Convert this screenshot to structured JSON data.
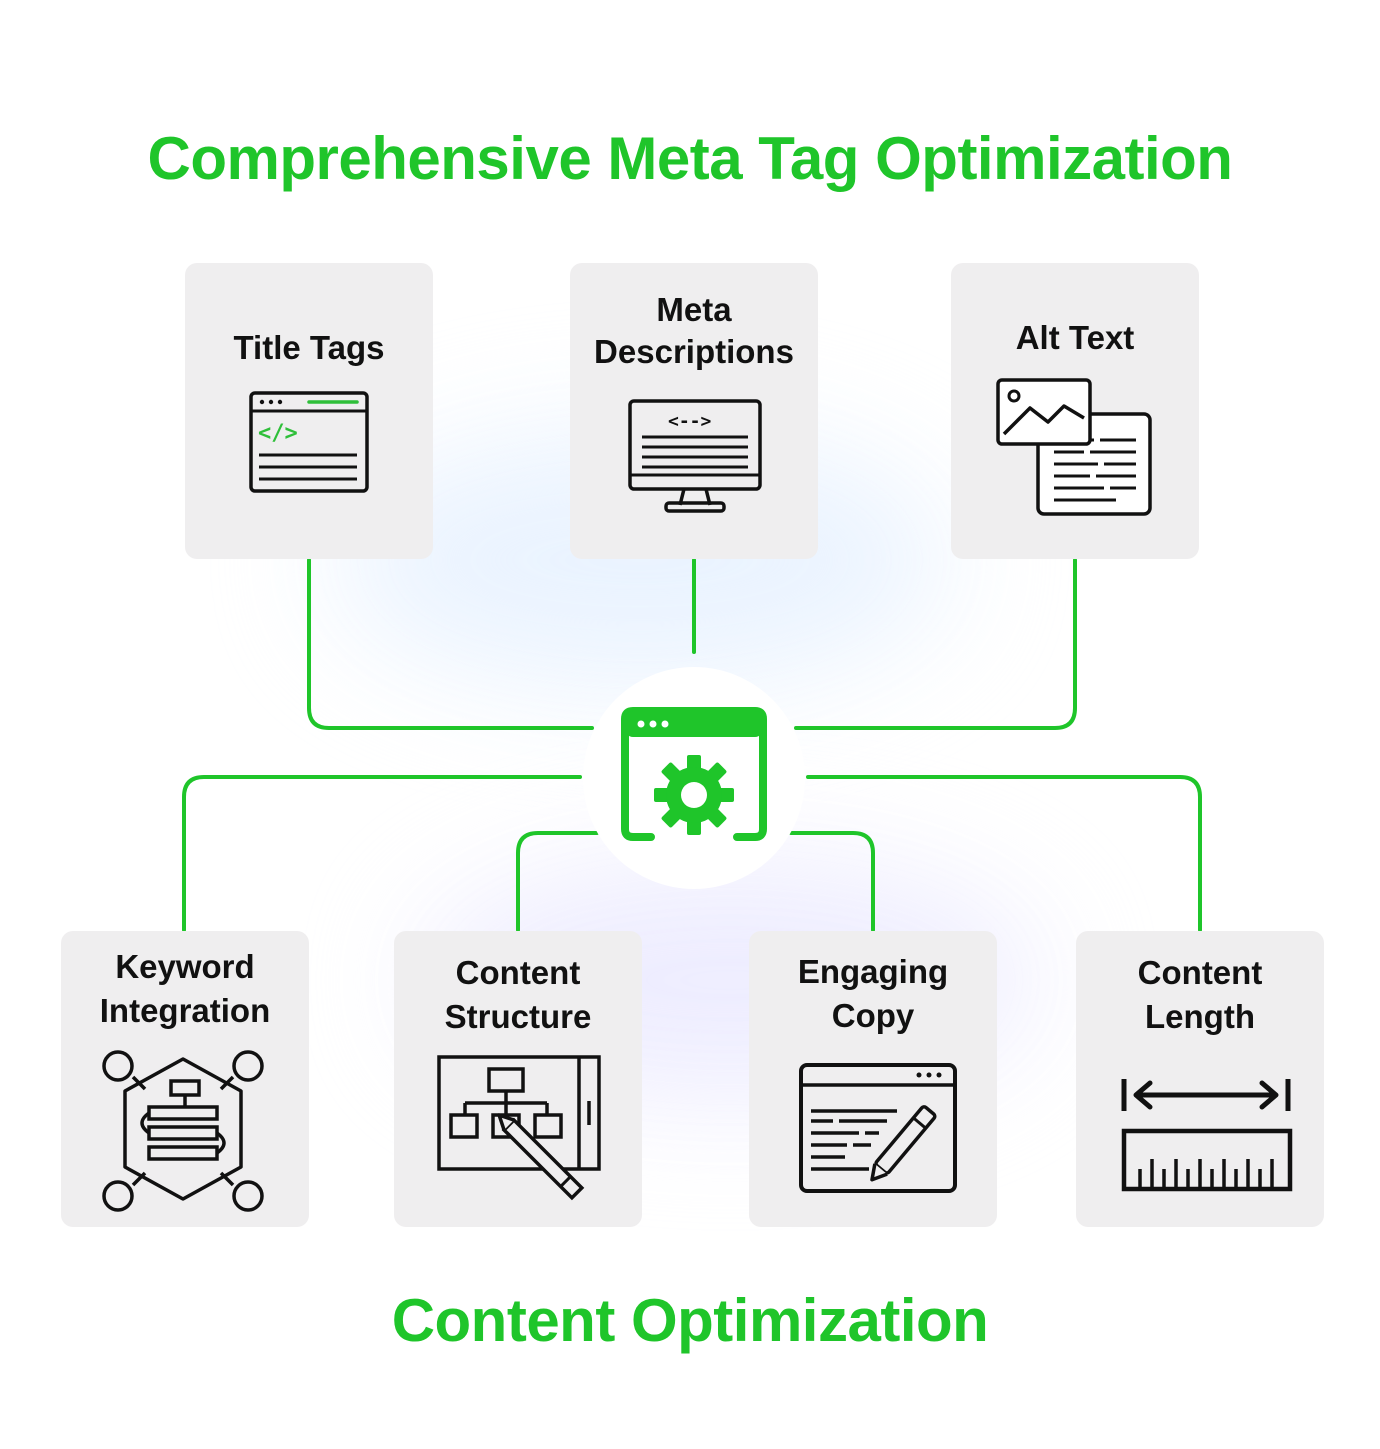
{
  "title": "Comprehensive Meta Tag Optimization",
  "footer": "Content Optimization",
  "accent_color": "#1fc52a",
  "hub": {
    "icon": "browser-gear-icon"
  },
  "cards": {
    "title_tags": {
      "label": "Title Tags",
      "icon": "browser-code-icon"
    },
    "meta_descriptions": {
      "label_line1": "Meta",
      "label_line2": "Descriptions",
      "icon": "monitor-code-icon"
    },
    "alt_text": {
      "label": "Alt Text",
      "icon": "image-document-icon"
    },
    "keyword_integration": {
      "label_line1": "Keyword",
      "label_line2": "Integration",
      "icon": "keyword-network-icon"
    },
    "content_structure": {
      "label_line1": "Content",
      "label_line2": "Structure",
      "icon": "sitemap-pencil-icon"
    },
    "engaging_copy": {
      "label_line1": "Engaging",
      "label_line2": "Copy",
      "icon": "browser-pencil-icon"
    },
    "content_length": {
      "label_line1": "Content",
      "label_line2": "Length",
      "icon": "ruler-arrow-icon"
    }
  }
}
